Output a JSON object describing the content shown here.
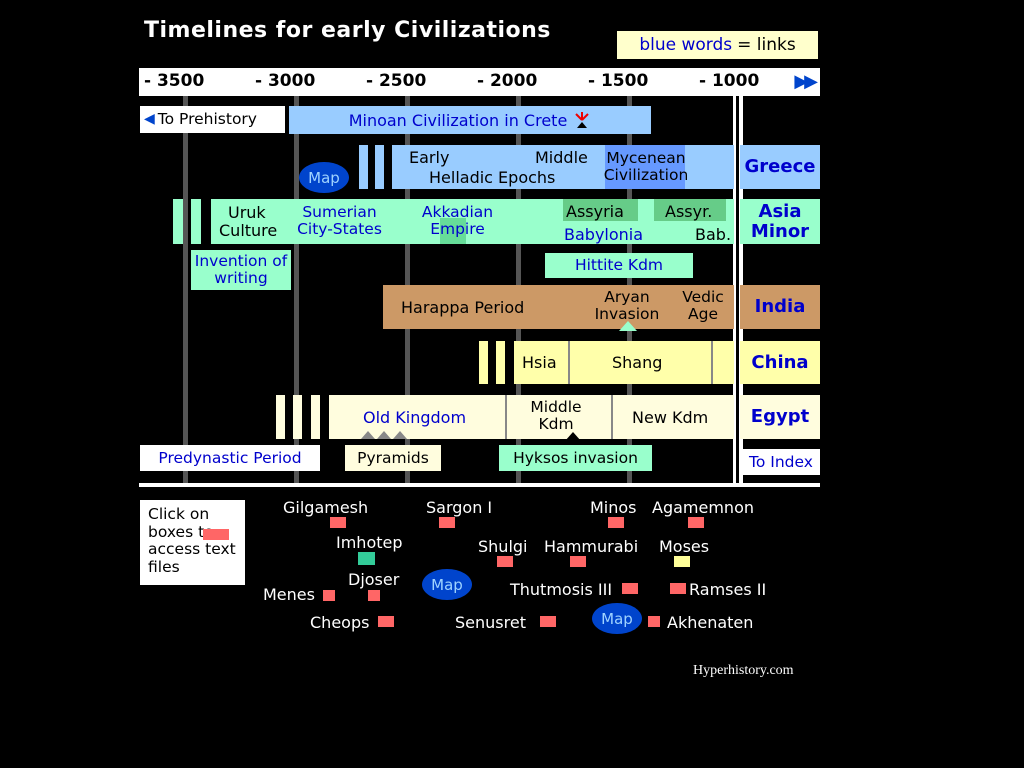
{
  "title": "Timelines for early Civilizations",
  "legend": {
    "link_text": "blue words",
    "rest": "= links"
  },
  "axis": {
    "ticks": [
      "- 3500",
      "- 3000",
      "- 2500",
      "- 2000",
      "- 1500",
      "- 1000"
    ],
    "arrow": "▶▶"
  },
  "links": {
    "prehistory": "To Prehistory",
    "minoan": "Minoan Civilization in Crete",
    "map1": "Map",
    "map2": "Map",
    "map3": "Map",
    "sumerian": "Sumerian City-States",
    "akkadian": "Akkadian Empire",
    "babylonia": "Babylonia",
    "hittite": "Hittite Kdm",
    "writing": "Invention of writing",
    "old_kingdom": "Old Kingdom",
    "predynastic": "Predynastic Period",
    "index": "To Index"
  },
  "greece": {
    "early": "Early",
    "middle": "Middle",
    "helladic": "Helladic Epochs",
    "mycenean": "Mycenean Civilization",
    "label": "Greece"
  },
  "asia": {
    "uruk": "Uruk",
    "culture": "Culture",
    "assyria": "Assyria",
    "assyr": "Assyr.",
    "bab": "Bab.",
    "label": "Asia Minor"
  },
  "india": {
    "harappa": "Harappa Period",
    "aryan": "Aryan Invasion",
    "vedic": "Vedic Age",
    "label": "India"
  },
  "china": {
    "hsia": "Hsia",
    "shang": "Shang",
    "label": "China"
  },
  "egypt": {
    "middle": "Middle Kdm",
    "new": "New Kdm",
    "pyramids": "Pyramids",
    "hyksos": "Hyksos invasion",
    "label": "Egypt"
  },
  "instructions": "Click on boxes to access text files",
  "people": {
    "gilgamesh": "Gilgamesh",
    "sargon": "Sargon I",
    "minos": "Minos",
    "agamemnon": "Agamemnon",
    "imhotep": "Imhotep",
    "shulgi": "Shulgi",
    "hammurabi": "Hammurabi",
    "moses": "Moses",
    "djoser": "Djoser",
    "menes": "Menes",
    "thutmosis": "Thutmosis III",
    "ramses": "Ramses II",
    "cheops": "Cheops",
    "senusret": "Senusret",
    "akhenaten": "Akhenaten"
  },
  "credit": "Hyperhistory.com",
  "colors": {
    "greece": "#99ccff",
    "asia": "#99ffcc",
    "india": "#cc9966",
    "china": "#ffffaa",
    "egypt": "#fffdde",
    "marker_red": "#ff6666",
    "marker_green": "#33cc99",
    "marker_yellow": "#ffff99",
    "link_blue": "#0000cc"
  }
}
